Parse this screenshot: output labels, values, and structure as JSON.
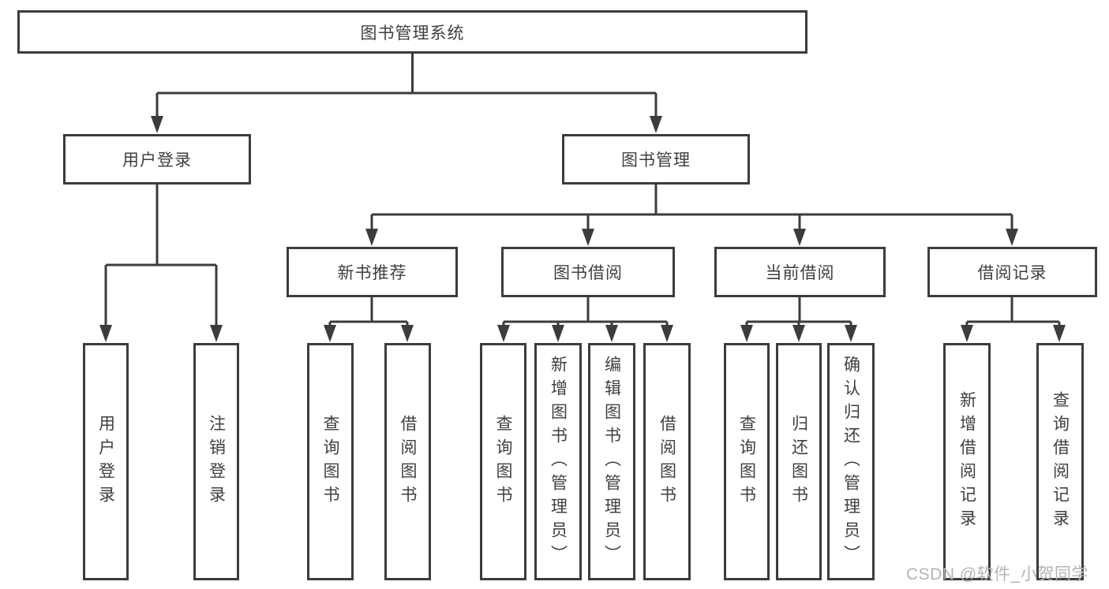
{
  "diagram": {
    "root": {
      "label": "图书管理系统"
    },
    "branches": [
      {
        "label": "用户登录",
        "children": [
          {
            "label": "用户登录"
          },
          {
            "label": "注销登录"
          }
        ]
      },
      {
        "label": "图书管理",
        "children": [
          {
            "label": "新书推荐",
            "children": [
              {
                "label": "查询图书"
              },
              {
                "label": "借阅图书"
              }
            ]
          },
          {
            "label": "图书借阅",
            "children": [
              {
                "label": "查询图书"
              },
              {
                "label": "新增图书（管理员）"
              },
              {
                "label": "编辑图书（管理员）"
              },
              {
                "label": "借阅图书"
              }
            ]
          },
          {
            "label": "当前借阅",
            "children": [
              {
                "label": "查询图书"
              },
              {
                "label": "归还图书"
              },
              {
                "label": "确认归还（管理员）"
              }
            ]
          },
          {
            "label": "借阅记录",
            "children": [
              {
                "label": "新增借阅记录"
              },
              {
                "label": "查询借阅记录"
              }
            ]
          }
        ]
      }
    ]
  },
  "watermark": {
    "text": "CSDN @软件_小贺同学"
  },
  "colors": {
    "line": "#3c3c3c",
    "text": "#3f3f3f",
    "background": "#ffffff",
    "watermark": "#b4b4b4"
  }
}
